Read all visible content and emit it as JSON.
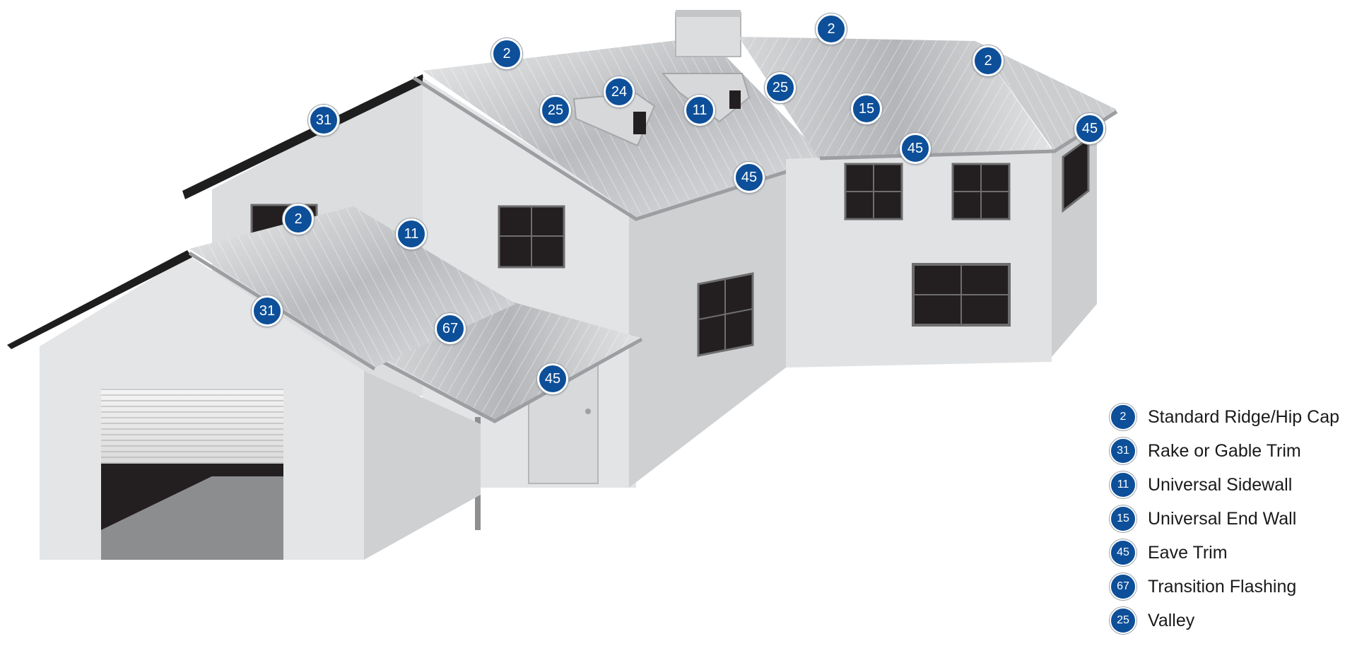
{
  "callouts": [
    {
      "id": "ridge-left",
      "number": "2"
    },
    {
      "id": "ridge-center",
      "number": "2"
    },
    {
      "id": "ridge-right",
      "number": "2"
    },
    {
      "id": "ridge-garage",
      "number": "2"
    },
    {
      "id": "rake-upper",
      "number": "31"
    },
    {
      "id": "rake-garage",
      "number": "31"
    },
    {
      "id": "sidewall-dormer",
      "number": "11"
    },
    {
      "id": "sidewall-garage",
      "number": "11"
    },
    {
      "id": "dormer-valley-left",
      "number": "25"
    },
    {
      "id": "dormer-24",
      "number": "24"
    },
    {
      "id": "valley-center",
      "number": "25"
    },
    {
      "id": "end-wall-dormer",
      "number": "15"
    },
    {
      "id": "eave-main",
      "number": "45"
    },
    {
      "id": "eave-right",
      "number": "45"
    },
    {
      "id": "eave-far-right",
      "number": "45"
    },
    {
      "id": "eave-porch",
      "number": "45"
    },
    {
      "id": "transition",
      "number": "67"
    }
  ],
  "legend": [
    {
      "number": "2",
      "label": "Standard Ridge/Hip Cap"
    },
    {
      "number": "31",
      "label": "Rake or Gable Trim"
    },
    {
      "number": "11",
      "label": "Universal Sidewall"
    },
    {
      "number": "15",
      "label": "Universal End Wall"
    },
    {
      "number": "45",
      "label": "Eave Trim"
    },
    {
      "number": "67",
      "label": "Transition Flashing"
    },
    {
      "number": "25",
      "label": "Valley"
    }
  ],
  "colors": {
    "badge": "#0d4f99",
    "roof": "#c8cacc",
    "wall_light": "#e2e3e5",
    "wall_shade": "#cfd0d2",
    "window": "#231f20"
  }
}
